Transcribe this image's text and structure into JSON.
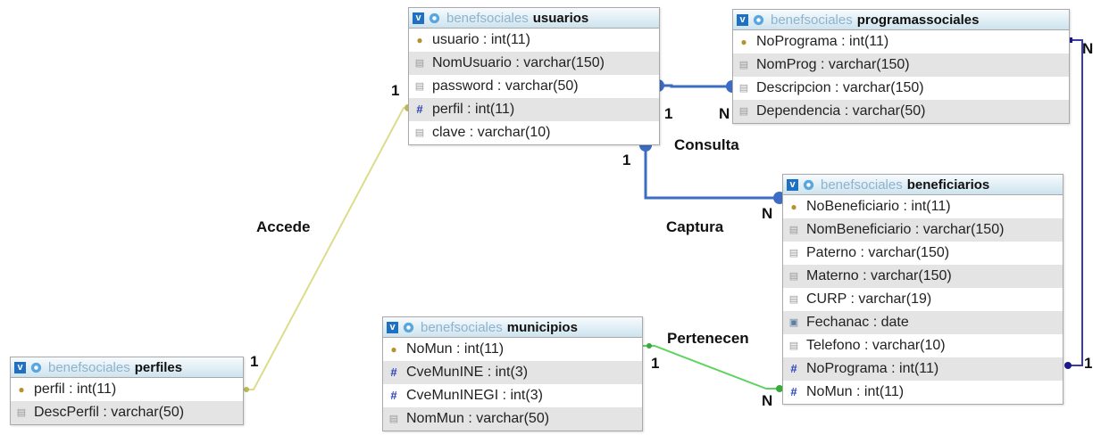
{
  "tables": {
    "usuarios": {
      "db": "benefsociales",
      "name": "usuarios",
      "fields": [
        {
          "text": "usuario : int(11)",
          "icon": "key"
        },
        {
          "text": "NomUsuario : varchar(150)",
          "icon": "text"
        },
        {
          "text": "password : varchar(50)",
          "icon": "text"
        },
        {
          "text": "perfil : int(11)",
          "icon": "number"
        },
        {
          "text": "clave : varchar(10)",
          "icon": "text"
        }
      ]
    },
    "programassociales": {
      "db": "benefsociales",
      "name": "programassociales",
      "fields": [
        {
          "text": "NoPrograma : int(11)",
          "icon": "key"
        },
        {
          "text": "NomProg : varchar(150)",
          "icon": "text"
        },
        {
          "text": "Descripcion : varchar(150)",
          "icon": "text"
        },
        {
          "text": "Dependencia : varchar(50)",
          "icon": "text"
        }
      ]
    },
    "beneficiarios": {
      "db": "benefsociales",
      "name": "beneficiarios",
      "fields": [
        {
          "text": "NoBeneficiario : int(11)",
          "icon": "key"
        },
        {
          "text": "NomBeneficiario : varchar(150)",
          "icon": "text"
        },
        {
          "text": "Paterno : varchar(150)",
          "icon": "text"
        },
        {
          "text": "Materno : varchar(150)",
          "icon": "text"
        },
        {
          "text": "CURP : varchar(19)",
          "icon": "text"
        },
        {
          "text": "Fechanac : date",
          "icon": "date"
        },
        {
          "text": "Telefono : varchar(10)",
          "icon": "text"
        },
        {
          "text": "NoPrograma : int(11)",
          "icon": "number"
        },
        {
          "text": "NoMun : int(11)",
          "icon": "number"
        }
      ]
    },
    "municipios": {
      "db": "benefsociales",
      "name": "municipios",
      "fields": [
        {
          "text": "NoMun : int(11)",
          "icon": "key"
        },
        {
          "text": "CveMunINE : int(3)",
          "icon": "number"
        },
        {
          "text": "CveMunINEGI : int(3)",
          "icon": "number"
        },
        {
          "text": "NomMun : varchar(50)",
          "icon": "text"
        }
      ]
    },
    "perfiles": {
      "db": "benefsociales",
      "name": "perfiles",
      "fields": [
        {
          "text": "perfil : int(11)",
          "icon": "key"
        },
        {
          "text": "DescPerfil : varchar(50)",
          "icon": "text"
        }
      ]
    }
  },
  "relations": {
    "accede": {
      "label": "Accede",
      "card_a": "1",
      "card_b": "1",
      "color": "#dcdc8c"
    },
    "consulta": {
      "label": "Consulta",
      "card_a": "1",
      "card_b": "N",
      "color": "#3d6cc3"
    },
    "captura": {
      "label": "Captura",
      "card_a": "1",
      "card_b": "N",
      "color": "#3d6cc3"
    },
    "pertenecen": {
      "label": "Pertenecen",
      "card_a": "1",
      "card_b": "N",
      "color": "#5ed35e"
    },
    "programa_beneficiario": {
      "card_a": "N",
      "card_b": "1",
      "color": "#3a3aa8"
    }
  },
  "icons": {
    "key": "key-icon",
    "text": "text-field-icon",
    "number": "number-field-icon",
    "date": "date-field-icon",
    "gear": "gear-icon"
  }
}
